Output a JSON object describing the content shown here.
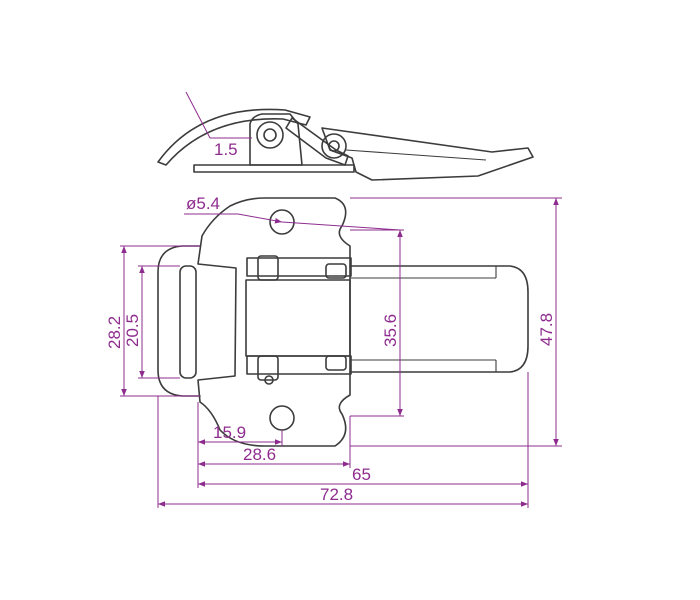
{
  "dimension_color": "#8e2c8e",
  "outline_color": "#3c3c3c",
  "dimensions": {
    "thickness": "1.5",
    "hole_diameter": "ø5.4",
    "loop_outer_height": "28.2",
    "loop_inner_height": "20.5",
    "body_height": "35.6",
    "overall_height": "47.8",
    "hole_offset": "15.9",
    "base_width": "28.6",
    "length": "65",
    "overall_length": "72.8"
  }
}
